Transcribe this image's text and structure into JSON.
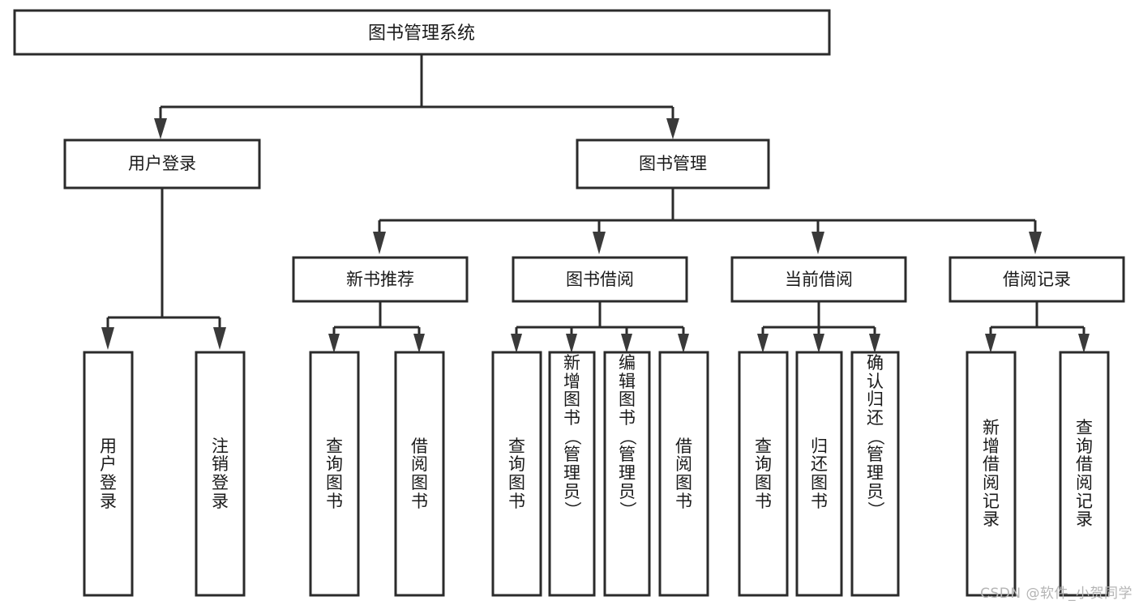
{
  "diagram": {
    "type": "hierarchy-tree",
    "title": "图书管理系统",
    "watermark": "CSDN @软件_小贺同学",
    "colors": {
      "stroke": "#2b2b2b",
      "arrow": "#3a3a3a",
      "box_fill": "#ffffff",
      "text": "#1a1a1a",
      "background": "#ffffff",
      "watermark_text": "#b4b4b4"
    },
    "levels": {
      "root": {
        "label": "图书管理系统",
        "orientation": "horizontal"
      },
      "level2": [
        {
          "label": "用户登录",
          "orientation": "horizontal"
        },
        {
          "label": "图书管理",
          "orientation": "horizontal"
        }
      ],
      "level3": [
        {
          "label": "新书推荐",
          "orientation": "horizontal",
          "parent": "图书管理"
        },
        {
          "label": "图书借阅",
          "orientation": "horizontal",
          "parent": "图书管理"
        },
        {
          "label": "当前借阅",
          "orientation": "horizontal",
          "parent": "图书管理"
        },
        {
          "label": "借阅记录",
          "orientation": "horizontal",
          "parent": "图书管理"
        }
      ],
      "leaves": [
        {
          "label": "用户登录",
          "parent": "用户登录",
          "orientation": "vertical"
        },
        {
          "label": "注销登录",
          "parent": "用户登录",
          "orientation": "vertical"
        },
        {
          "label": "查询图书",
          "parent": "新书推荐",
          "orientation": "vertical"
        },
        {
          "label": "借阅图书",
          "parent": "新书推荐",
          "orientation": "vertical"
        },
        {
          "label": "查询图书",
          "parent": "图书借阅",
          "orientation": "vertical"
        },
        {
          "label": "新增图书（管理员）",
          "parent": "图书借阅",
          "orientation": "vertical"
        },
        {
          "label": "编辑图书（管理员）",
          "parent": "图书借阅",
          "orientation": "vertical"
        },
        {
          "label": "借阅图书",
          "parent": "图书借阅",
          "orientation": "vertical"
        },
        {
          "label": "查询图书",
          "parent": "当前借阅",
          "orientation": "vertical"
        },
        {
          "label": "归还图书",
          "parent": "当前借阅",
          "orientation": "vertical"
        },
        {
          "label": "确认归还（管理员）",
          "parent": "当前借阅",
          "orientation": "vertical"
        },
        {
          "label": "新增借阅记录",
          "parent": "借阅记录",
          "orientation": "vertical"
        },
        {
          "label": "查询借阅记录",
          "parent": "借阅记录",
          "orientation": "vertical"
        }
      ]
    }
  }
}
